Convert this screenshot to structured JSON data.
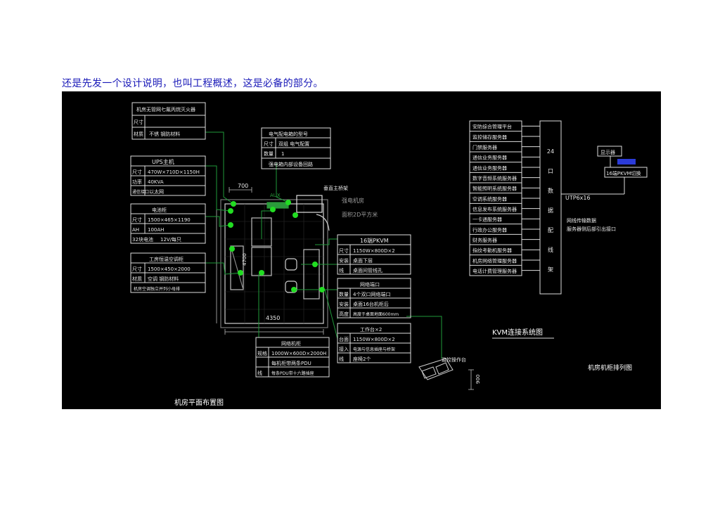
{
  "caption": "还是先发一个设计说明，也叫工程概述，这是必备的部分。",
  "drawing": {
    "box_fire": {
      "header": "机房无管网七氟丙烷灭火器",
      "rows": [
        [
          "尺寸",
          ""
        ],
        [
          "材质",
          "不锈 钢防材料"
        ]
      ]
    },
    "box_ups": {
      "header": "UPS主机",
      "rows": [
        [
          "尺寸",
          "470W×710D×1150H"
        ],
        [
          "功率",
          "40KVA"
        ],
        [
          "通信接口",
          "以太网"
        ]
      ]
    },
    "box_battery": {
      "header": "电池柜",
      "rows": [
        [
          "尺寸",
          "1500×465×1190"
        ],
        [
          "AH",
          "100AH"
        ],
        [
          "32块电池",
          "12V/每只"
        ]
      ]
    },
    "box_aircon": {
      "header": "工房恒温空调柜",
      "rows": [
        [
          "尺寸",
          "1500×450×2000"
        ],
        [
          "材质",
          "空调 钢防材料"
        ],
        [
          "",
          "机房空调独立并列小母排"
        ]
      ]
    },
    "box_dist": {
      "header": "电气配电箱的型号",
      "rows": [
        [
          "尺寸",
          "双组 电气配置"
        ],
        [
          "数量",
          "1"
        ],
        [
          "",
          "强电箱内部设备回路"
        ]
      ]
    },
    "box_kvm": {
      "header": "16端PKVM",
      "rows": [
        [
          "尺寸",
          "1150W×800D×2"
        ],
        [
          "安装",
          "桌面下层"
        ],
        [
          "线",
          "桌面间管线孔"
        ]
      ]
    },
    "box_netsw": {
      "header": "网络端口",
      "rows": [
        [
          "数量",
          "4个双口网络端口"
        ],
        [
          "安装",
          "桌面16台机柜后"
        ],
        [
          "高度",
          "高度于桌面地面600mm"
        ]
      ]
    },
    "box_workbench": {
      "header": "工作台×2",
      "rows": [
        [
          "台面",
          "1150W×800D×2"
        ],
        [
          "接入",
          "电源与信息插座与桥架"
        ],
        [
          "线",
          "座椅2个"
        ]
      ]
    },
    "box_rack": {
      "header": "网络机柜",
      "rows": [
        [
          "规格",
          "1000W×600D×2000H"
        ],
        [
          "",
          "每机柜带两条PDU"
        ],
        [
          "线",
          "每条PDU带十六路插座"
        ]
      ]
    },
    "server_list": [
      "安防综合管理平台",
      "监控储存服务器",
      "门禁服务器",
      "通信业务服务器",
      "通信业务服务器",
      "数字音频系统服务器",
      "智能照明系统服务器",
      "空调系统服务器",
      "信息发布系统服务器",
      "一卡通服务器",
      "行政办公服务器",
      "财务服务器",
      "指纹考勤机服务器",
      "机房网络管理服务器",
      "电话计费管理服务器"
    ],
    "rack_vertical": [
      "24",
      "口",
      "数",
      "据",
      "配",
      "线",
      "架"
    ],
    "monitor_label": "显示器",
    "kvm_switch_label": "16端PKVM切换",
    "utp_label": "UTP6x16",
    "utp_note1": "网线传输数据",
    "utp_note2": "服务器侧后部引出接口",
    "kvm_title": "KVM连接系统图",
    "rack_title": "机房机柜排列图",
    "plan_title": "机房平面布置图",
    "dim_700": "700",
    "dim_4350": "4350",
    "dim_4700": "4700",
    "dim_900": "900",
    "dim_aux": "AUX",
    "label_fixed": "垂直主桥架",
    "label_room": "强电机房",
    "label_area": "面积2D平方米",
    "label_console": "监控操作台",
    "colors": {
      "line": "#1f9a3a",
      "dot": "#22dd22",
      "box_border": "#dddddd",
      "text": "#e8e8e8",
      "bg": "#000000",
      "caption": "#1a1ab8"
    }
  }
}
